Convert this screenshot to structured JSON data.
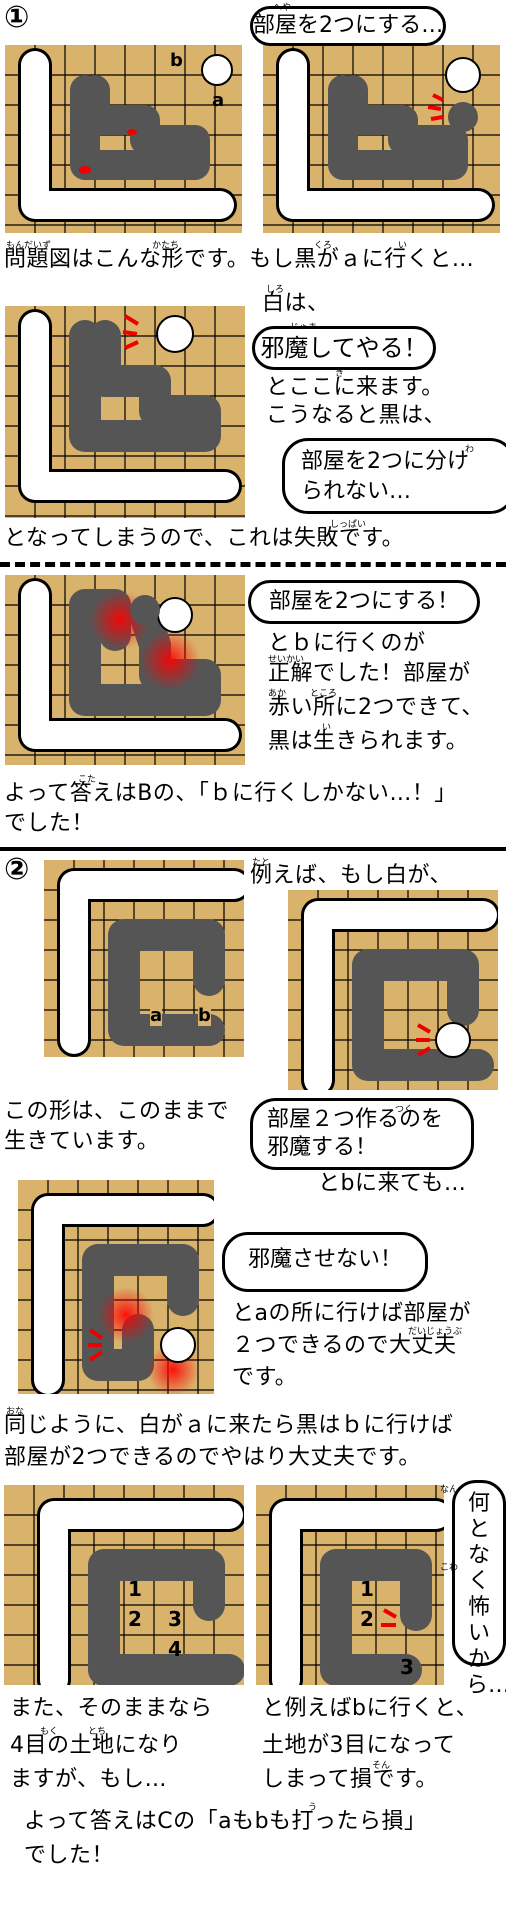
{
  "section1": {
    "number": "①",
    "bubble_top": "部屋を2つにする…",
    "bubble_top_ruby": "へや",
    "label_a": "a",
    "label_b": "b",
    "line1": "問題図はこんな形です。もし黒がａに行くと…",
    "line1_ruby1": "もんだいず",
    "line1_ruby2": "かたち",
    "line1_ruby3": "くろ",
    "line1_ruby4": "い",
    "white_is": "白は、",
    "white_is_ruby": "しろ",
    "bubble_jama": "邪魔してやる！",
    "bubble_jama_ruby": "じゃま",
    "come_here_1": "とここに来ます。",
    "come_here_ruby": "き",
    "come_here_2": "こうなると黒は、",
    "bubble_split_1": "部屋を2つに分け",
    "bubble_split_2": "られない…",
    "bubble_split_ruby": "わ",
    "fail_line": "となってしまうので、これは失敗です。",
    "fail_ruby": "しっぱい",
    "bubble_make2": "部屋を2つにする！",
    "correct_1": "とｂに行くのが",
    "correct_2": "正解でした！部屋が",
    "correct_2_ruby": "せいかい",
    "correct_3": "赤い所に2つできて、",
    "correct_3_ruby1": "あか",
    "correct_3_ruby2": "ところ",
    "correct_4": "黒は生きられます。",
    "correct_4_ruby": "い",
    "answer_1": "よって答えはBの、「ｂに行くしかない…！」",
    "answer_1_ruby": "こた",
    "answer_2": "でした！"
  },
  "section2": {
    "number": "②",
    "example_1": "例えば、もし白が、",
    "example_ruby": "たと",
    "label_a": "a",
    "label_b": "b",
    "alive_1": "この形は、このままで",
    "alive_2": "生きています。",
    "bubble_block_1": "部屋２つ作るのを",
    "bubble_block_ruby": "つく",
    "bubble_block_2": "邪魔する！",
    "came_b": "とbに来ても…",
    "bubble_nojama": "邪魔させない！",
    "go_a_1": "とaの所に行けば部屋が",
    "go_a_2": "２つできるので大丈夫",
    "go_a_ruby": "だいじょうぶ",
    "go_a_3": "です。",
    "same_1": "同じように、白がａに来たら黒はｂに行けば",
    "same_ruby": "おな",
    "same_2": "部屋が2つできるのでやはり大丈夫です。",
    "n1": "1",
    "n2": "2",
    "n3": "3",
    "n4": "4",
    "m1": "1",
    "m2": "2",
    "m3": "3",
    "scary": "何となく怖いから…",
    "scary_ruby1": "なん",
    "scary_ruby2": "こわ",
    "also_1": "また、そのままなら",
    "also_2": "4目の土地になり",
    "also_2_ruby1": "もく",
    "also_2_ruby2": "とち",
    "also_3": "ますが、もし…",
    "ex_b_1": "と例えばbに行くと、",
    "ex_b_2": "土地が3目になって",
    "ex_b_3": "しまって損です。",
    "ex_b_ruby": "そん",
    "final_1": "よって答えはCの「aもbも打ったら損」",
    "final_ruby": "う",
    "final_2": "でした！"
  }
}
